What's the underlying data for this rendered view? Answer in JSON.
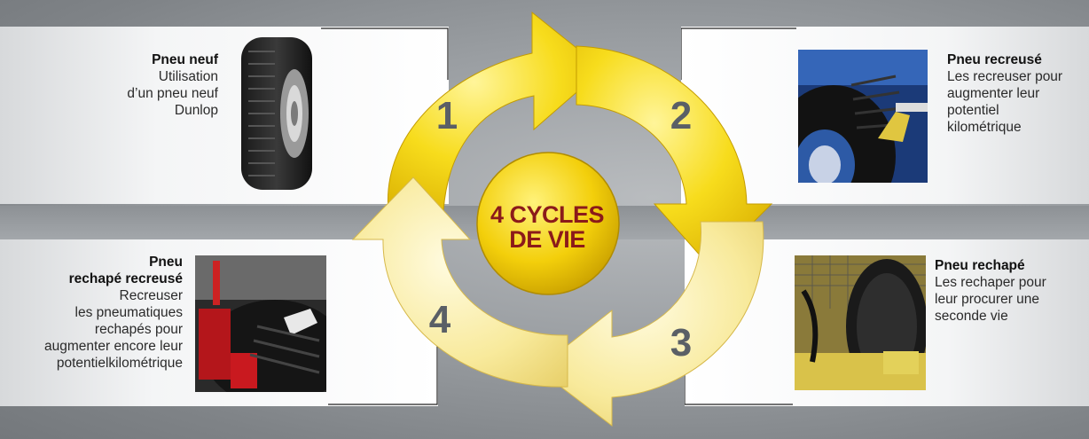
{
  "center": {
    "line1": "4 CYCLES",
    "line2": "DE VIE"
  },
  "steps": [
    {
      "number": "1",
      "title": "Pneu neuf",
      "description": "Utilisation\nd’un pneu neuf\nDunlop",
      "image": "new-tire-photo"
    },
    {
      "number": "2",
      "title": "Pneu recreusé",
      "description": "Les recreuser pour\naugmenter leur\npotentiel\nkilométrique",
      "image": "regrooving-photo"
    },
    {
      "number": "3",
      "title": "Pneu rechapé",
      "description": "Les rechaper pour\nleur procurer une\nseconde vie",
      "image": "retreading-photo"
    },
    {
      "number": "4",
      "title": "Pneu\nrechapé recreusé",
      "description": "Recreuser\nles pneumatiques\nrechapés pour\naugmenter encore leur\npotentielkilométrique",
      "image": "retread-regrooving-photo"
    }
  ],
  "colors": {
    "arrow_yellow": "#f5d10f",
    "arrow_pale": "#f7e79a",
    "number": "#5a5f66",
    "center_text": "#8b1a1a"
  }
}
